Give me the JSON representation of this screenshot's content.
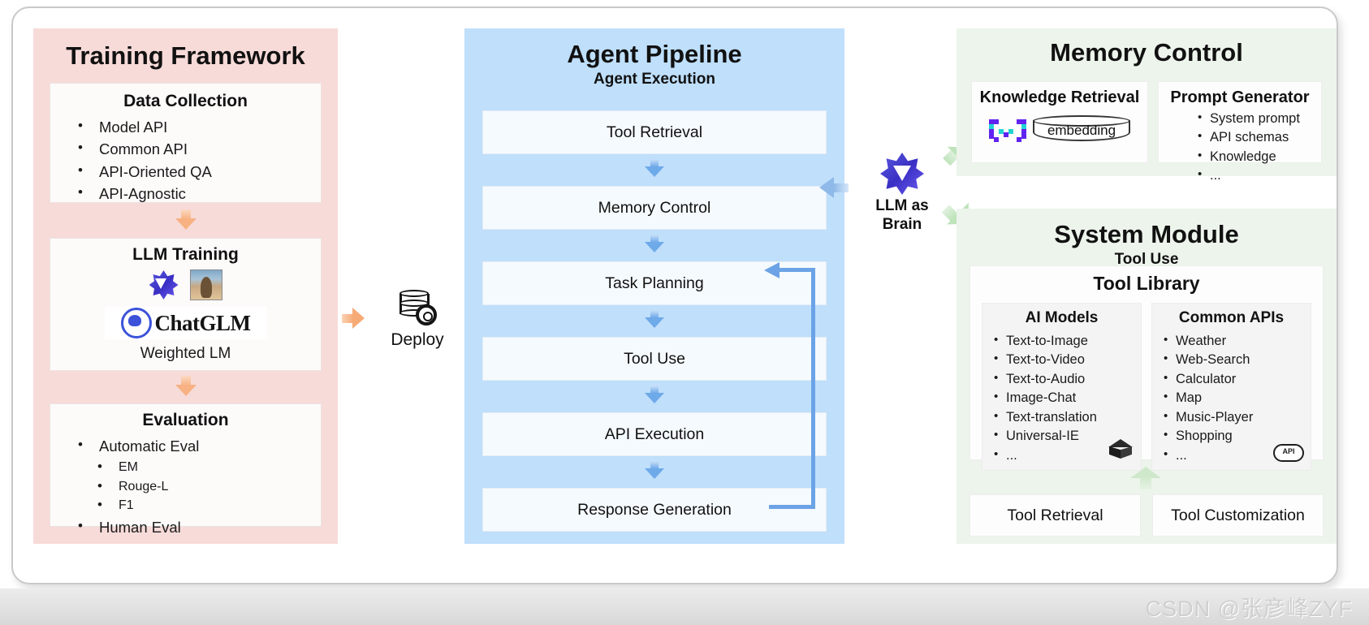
{
  "watermark": "CSDN @张彦峰ZYF",
  "training": {
    "title": "Training Framework",
    "data_collection": {
      "title": "Data Collection",
      "items": [
        "Model API",
        "Common API",
        "API-Oriented QA",
        "API-Agnostic"
      ]
    },
    "llm_training": {
      "title": "LLM Training",
      "chatglm_label": "ChatGLM",
      "caption": "Weighted LM"
    },
    "evaluation": {
      "title": "Evaluation",
      "items": [
        "Automatic Eval",
        "Human Eval"
      ],
      "sub_items": [
        "EM",
        "Rouge-L",
        "F1"
      ]
    }
  },
  "deploy": {
    "label": "Deploy"
  },
  "pipeline": {
    "title": "Agent Pipeline",
    "subtitle": "Agent Execution",
    "steps": [
      "Tool Retrieval",
      "Memory Control",
      "Task Planning",
      "Tool Use",
      "API Execution",
      "Response Generation"
    ]
  },
  "brain": {
    "line1": "LLM as",
    "line2": "Brain"
  },
  "memory": {
    "title": "Memory Control",
    "knowledge_retrieval": {
      "title": "Knowledge Retrieval",
      "db_label": "embedding"
    },
    "prompt_generator": {
      "title": "Prompt Generator",
      "items": [
        "System prompt",
        "API schemas",
        "Knowledge",
        "..."
      ]
    }
  },
  "system": {
    "title": "System Module",
    "subtitle": "Tool Use",
    "tool_library": {
      "title": "Tool Library",
      "ai_models": {
        "title": "AI Models",
        "items": [
          "Text-to-Image",
          "Text-to-Video",
          "Text-to-Audio",
          "Image-Chat",
          "Text-translation",
          "Universal-IE",
          "..."
        ]
      },
      "common_apis": {
        "title": "Common APIs",
        "items": [
          "Weather",
          "Web-Search",
          "Calculator",
          "Map",
          "Music-Player",
          "Shopping",
          "..."
        ]
      }
    },
    "bottom": [
      "Tool Retrieval",
      "Tool Customization"
    ]
  },
  "colors": {
    "training_bg": "#f7dbd9",
    "pipeline_bg": "#bfdffb",
    "memory_bg": "#edf4ec",
    "arrow_orange": "#f6aa76",
    "arrow_blue": "#6ba3e6",
    "arrow_green": "#bfe3bb"
  }
}
